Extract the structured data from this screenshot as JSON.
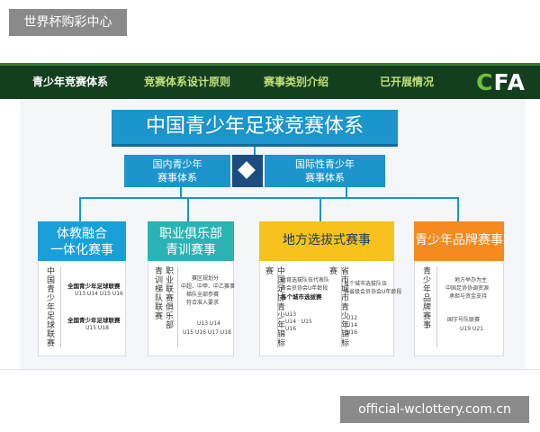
{
  "watermark_top": "世界杯购彩中心",
  "watermark_bottom": "official-wclottery.com.cn",
  "nav": {
    "items": [
      "青少年竞赛体系",
      "竞赛体系设计原则",
      "赛事类别介绍",
      "已开展情况"
    ],
    "logo": "CFA"
  },
  "title": "中国青少年足球竞赛体系",
  "branches": {
    "domestic": [
      "国内青少年",
      "赛事体系"
    ],
    "international": [
      "国际性青少年",
      "赛事体系"
    ]
  },
  "cards": [
    {
      "title": [
        "体教融合",
        "一体化赛事"
      ],
      "vertical": "中国青少年足球联赛",
      "lines": [
        {
          "text": "全国青少年足球联赛",
          "bold": true
        },
        {
          "text": "U13 U14 U15 U16",
          "bold": false
        },
        {
          "text": "全国青少年足球联赛",
          "bold": true
        },
        {
          "text": "U15 U18",
          "bold": false
        }
      ]
    },
    {
      "title": [
        "职业俱乐部",
        "青训赛事"
      ],
      "vertical": [
        "职业联赛俱乐部",
        "青训梯队联赛"
      ],
      "lines": [
        {
          "text": "赛区规划分",
          "bold": false
        },
        {
          "text": "中超、中甲、中乙赛事",
          "bold": false
        },
        {
          "text": "梯队全部参赛",
          "bold": false
        },
        {
          "text": "符合准入要求",
          "bold": false
        },
        {
          "text": "U13 U14",
          "bold": false
        },
        {
          "text": "U15 U16 U17 U18",
          "bold": false
        }
      ]
    },
    {
      "title": [
        "地方选拔式赛事"
      ],
      "vertical": [
        "中国足协青少年锦标赛",
        "省市城市青少年锦标赛"
      ],
      "lines_left": [
        {
          "text": "体育选拔队伍代表队",
          "bold": false
        },
        {
          "text": "各会员协会U年龄段",
          "bold": false
        },
        {
          "text": "各个城市选拔赛",
          "bold": true
        },
        {
          "text": "U13",
          "bold": false
        },
        {
          "text": "U14 · U15",
          "bold": false
        },
        {
          "text": "U16",
          "bold": false
        }
      ],
      "lines_right": [
        {
          "text": "各个城市选拔队伍",
          "bold": false
        },
        {
          "text": "各省级会员协会U年龄段",
          "bold": false
        },
        {
          "text": "U12",
          "bold": false
        },
        {
          "text": "U14",
          "bold": false
        },
        {
          "text": "U16",
          "bold": false
        }
      ]
    },
    {
      "title": [
        "青少年品牌赛事"
      ],
      "vertical": "青少年品牌赛事",
      "lines": [
        {
          "text": "地方举办为主",
          "bold": false
        },
        {
          "text": "中国足协协调资源",
          "bold": false
        },
        {
          "text": "承担与资金支持",
          "bold": false
        },
        {
          "text": "国字号队联赛",
          "bold": false
        },
        {
          "text": "U19 U21",
          "bold": false
        }
      ]
    }
  ],
  "colors": {
    "nav_bg": "#143f1f",
    "nav_text": "#bfe07a",
    "blue": "#1c95cc",
    "navy": "#1b4d80",
    "card1": "#1aa0d8",
    "card2": "#2ab3b4",
    "card3": "#f6c21b",
    "card4": "#f58a1f"
  }
}
